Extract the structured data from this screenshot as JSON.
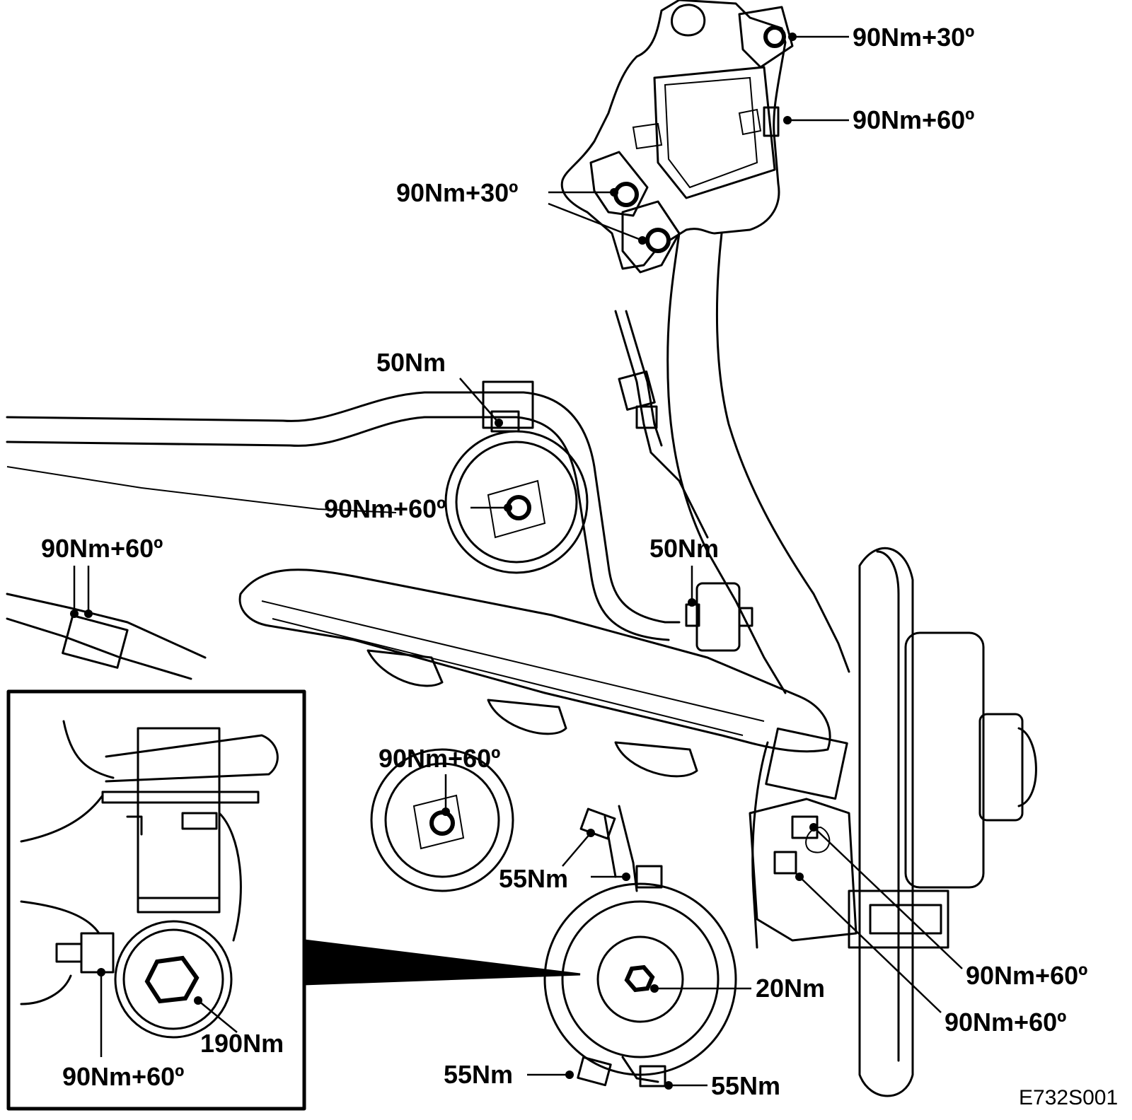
{
  "diagram": {
    "labels": [
      {
        "id": "t1",
        "text": "90Nm+30º"
      },
      {
        "id": "t2",
        "text": "90Nm+60º"
      },
      {
        "id": "t3",
        "text": "90Nm+30º"
      },
      {
        "id": "t4",
        "text": "50Nm"
      },
      {
        "id": "t5",
        "text": "90Nm+60º"
      },
      {
        "id": "t6",
        "text": "90Nm+60º"
      },
      {
        "id": "t7",
        "text": "50Nm"
      },
      {
        "id": "t8",
        "text": "90Nm+60º"
      },
      {
        "id": "t9",
        "text": "55Nm"
      },
      {
        "id": "t10",
        "text": "20Nm"
      },
      {
        "id": "t11",
        "text": "90Nm+60º"
      },
      {
        "id": "t12",
        "text": "90Nm+60º"
      },
      {
        "id": "t13",
        "text": "55Nm"
      },
      {
        "id": "t14",
        "text": "55Nm"
      },
      {
        "id": "t15",
        "text": "190Nm"
      },
      {
        "id": "t16",
        "text": "90Nm+60º"
      }
    ],
    "figure_code": "E732S001"
  }
}
